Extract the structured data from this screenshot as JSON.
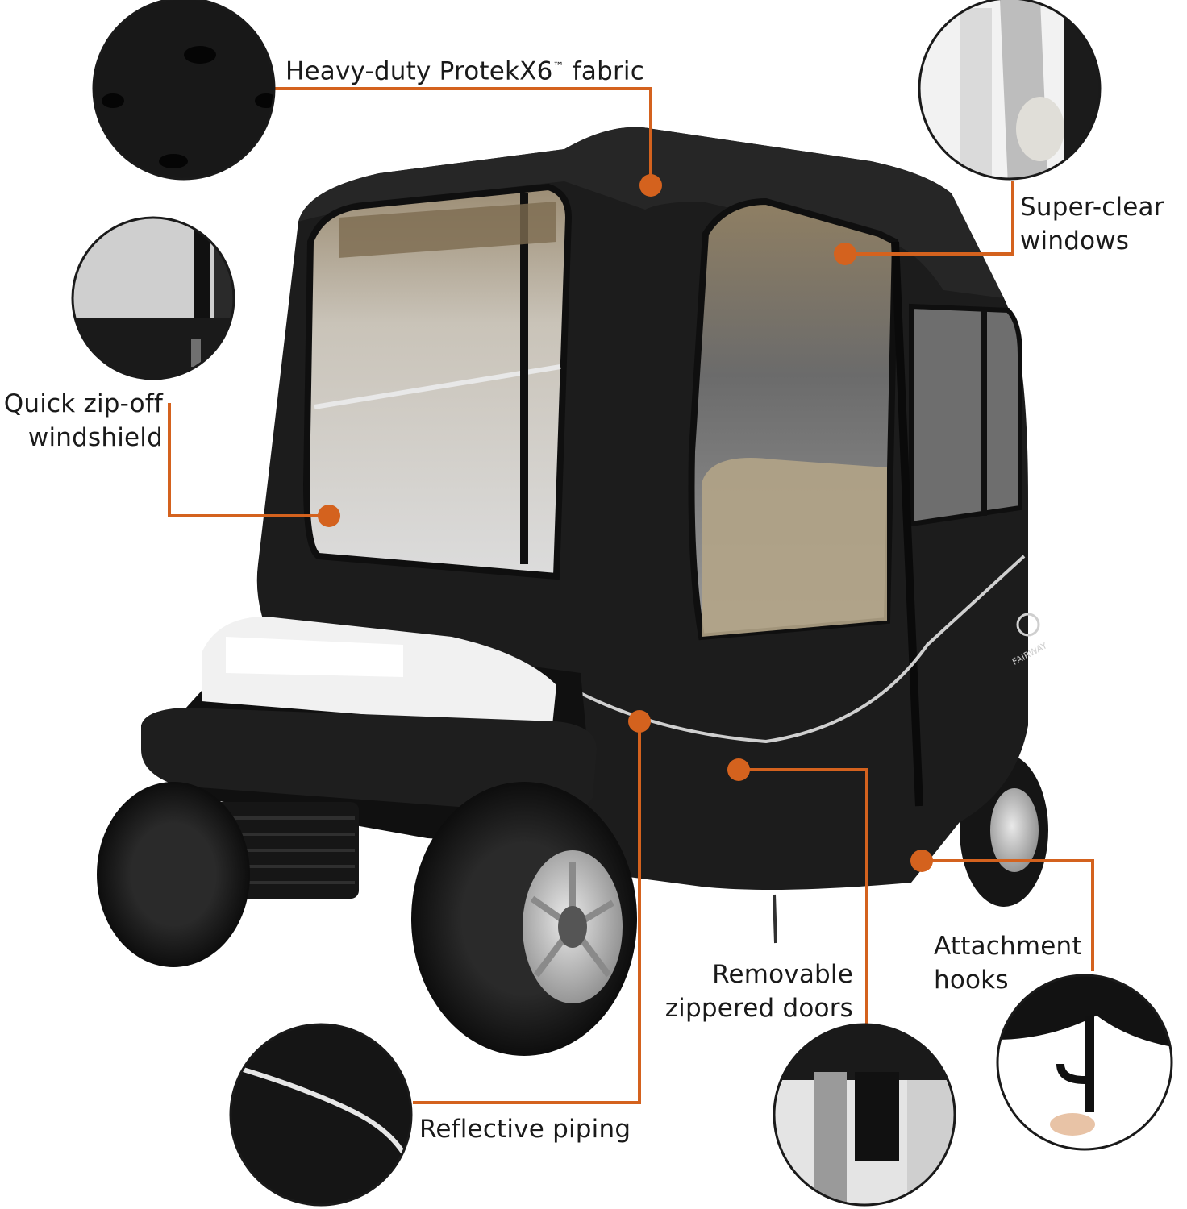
{
  "callouts": {
    "fabric": {
      "text": "Heavy-duty ProtekX6",
      "tm": "™",
      "suffix": " fabric"
    },
    "windows": {
      "line1": "Super-clear",
      "line2": "windows"
    },
    "windshield": {
      "line1": "Quick zip-off",
      "line2": "windshield"
    },
    "doors": {
      "line1": "Removable",
      "line2": "zippered doors"
    },
    "hooks": {
      "line1": "Attachment",
      "line2": "hooks"
    },
    "piping": {
      "line1": "Reflective piping"
    }
  },
  "cover_brand": "FAIRWAY",
  "colors": {
    "accent": "#d4621e",
    "cover": "#1c1c1c",
    "text": "#1a1a1a"
  }
}
